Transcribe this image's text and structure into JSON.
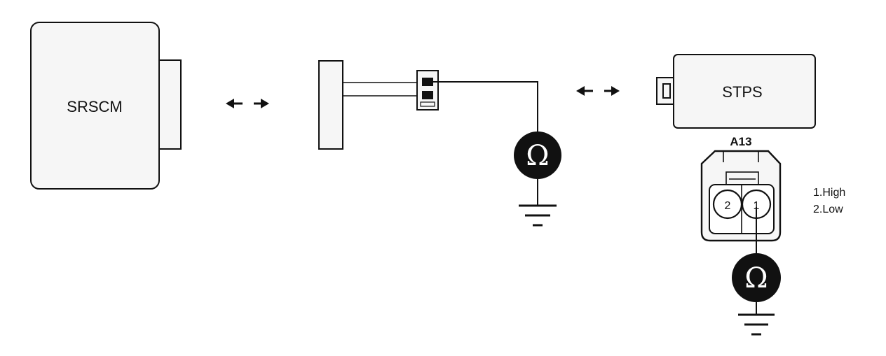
{
  "modules": {
    "srscm": {
      "label": "SRSCM"
    },
    "stps": {
      "label": "STPS"
    }
  },
  "connector": {
    "name": "A13",
    "pins": [
      {
        "number": "2"
      },
      {
        "number": "1"
      }
    ],
    "legend": [
      "1.High",
      "2.Low"
    ]
  },
  "meters": [
    {
      "symbol": "Ω"
    },
    {
      "symbol": "Ω"
    }
  ],
  "colors": {
    "line": "#111111",
    "box_fill": "#f6f6f6",
    "meter_fill": "#111111",
    "background": "#ffffff"
  },
  "icons": {
    "meter": "ohmmeter-icon",
    "ground": "ground-icon",
    "disconnect": "double-arrow-icon"
  }
}
